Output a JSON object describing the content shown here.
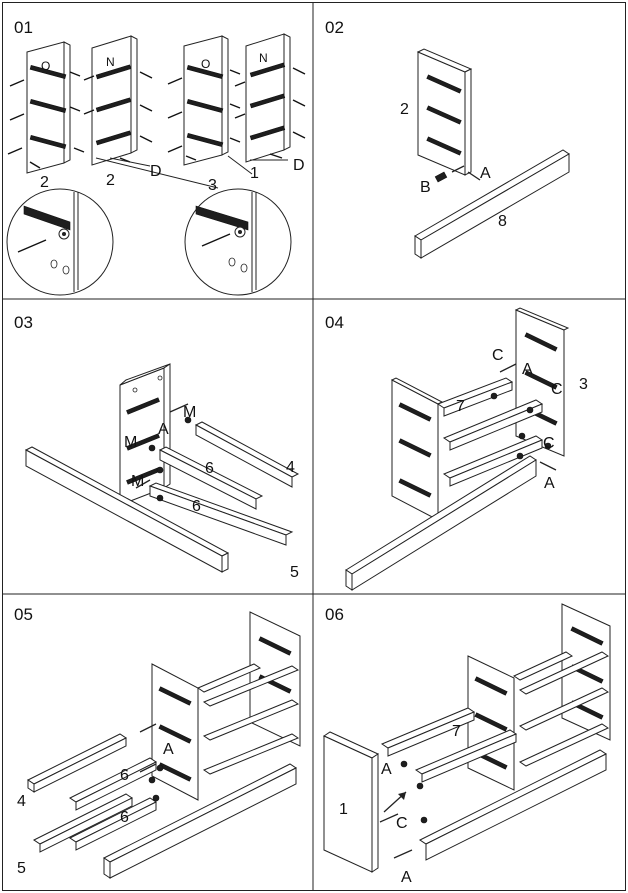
{
  "steps": [
    {
      "number": "01",
      "labels": {
        "o_a": "O",
        "n_a": "N",
        "o_b": "O",
        "n_b": "N",
        "p1": "2",
        "p2": "2",
        "p3": "3",
        "p4": "1",
        "d1": "D",
        "d2": "D"
      }
    },
    {
      "number": "02",
      "labels": {
        "panel": "2",
        "b": "B",
        "a": "A",
        "rail": "8"
      }
    },
    {
      "number": "03",
      "labels": {
        "m1": "M",
        "a": "A",
        "m2": "M",
        "m3": "M",
        "s1": "6",
        "s2": "6",
        "p4": "4",
        "p5": "5"
      }
    },
    {
      "number": "04",
      "labels": {
        "c1": "C",
        "a1": "A",
        "c2": "C",
        "p3": "3",
        "p7": "7",
        "c3": "C",
        "a2": "A"
      }
    },
    {
      "number": "05",
      "labels": {
        "a": "A",
        "s1": "6",
        "s2": "6",
        "p4": "4",
        "p5": "5"
      }
    },
    {
      "number": "06",
      "labels": {
        "p7": "7",
        "a1": "A",
        "p1": "1",
        "c": "C",
        "a2": "A"
      }
    }
  ],
  "colors": {
    "line": "#222222",
    "slide": "#1e1e1e",
    "background": "#ffffff"
  }
}
